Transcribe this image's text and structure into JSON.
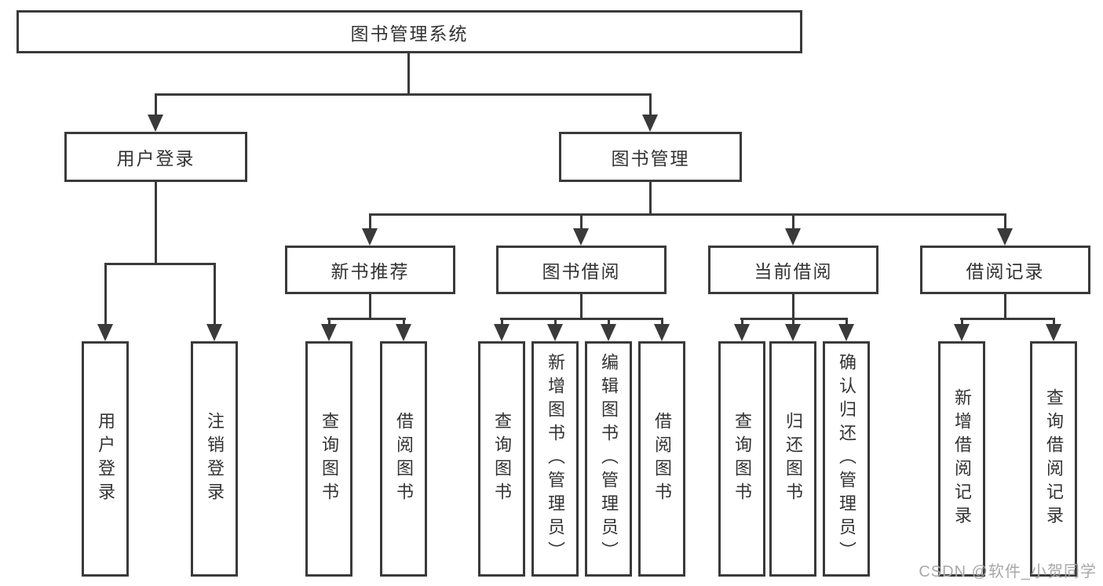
{
  "tree": {
    "root": "图书管理系统",
    "login": {
      "label": "用户登录",
      "children": [
        "用户登录",
        "注销登录"
      ]
    },
    "manage": {
      "label": "图书管理",
      "sections": [
        {
          "label": "新书推荐",
          "children": [
            "查询图书",
            "借阅图书"
          ]
        },
        {
          "label": "图书借阅",
          "children": [
            "查询图书",
            "新增图书（管理员）",
            "编辑图书（管理员）",
            "借阅图书"
          ]
        },
        {
          "label": "当前借阅",
          "children": [
            "查询图书",
            "归还图书",
            "确认归还（管理员）"
          ]
        },
        {
          "label": "借阅记录",
          "children": [
            "新增借阅记录",
            "查询借阅记录"
          ]
        }
      ]
    }
  },
  "watermark": "CSDN @软件_小贺同学",
  "colors": {
    "line": "#3a3a3a",
    "text": "#333333",
    "watermark": "#a8a8a8",
    "background": "#ffffff"
  }
}
